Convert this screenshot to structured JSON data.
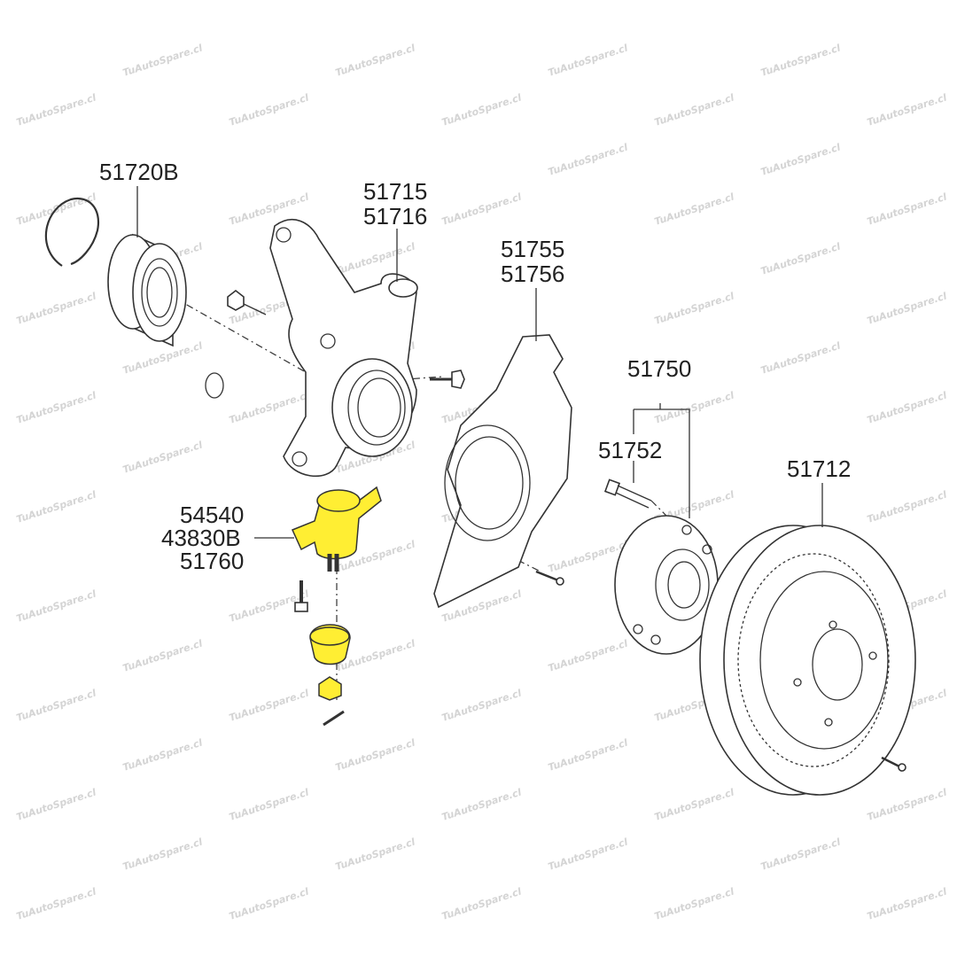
{
  "watermark": "TuAutoSpare.cl",
  "colors": {
    "highlight": "#ffee33",
    "line": "#333333",
    "watermark": "#d4d4d4"
  },
  "labels": {
    "snap_ring_bearing": "51720B",
    "knuckle_left": "51715",
    "knuckle_right": "51716",
    "dust_cover_left": "51755",
    "dust_cover_right": "51756",
    "hub": "51750",
    "hub_bolt": "51752",
    "brake_disc": "51712",
    "ball_joint_a": "54540",
    "ball_joint_b": "43830B",
    "ball_joint_c": "51760"
  }
}
